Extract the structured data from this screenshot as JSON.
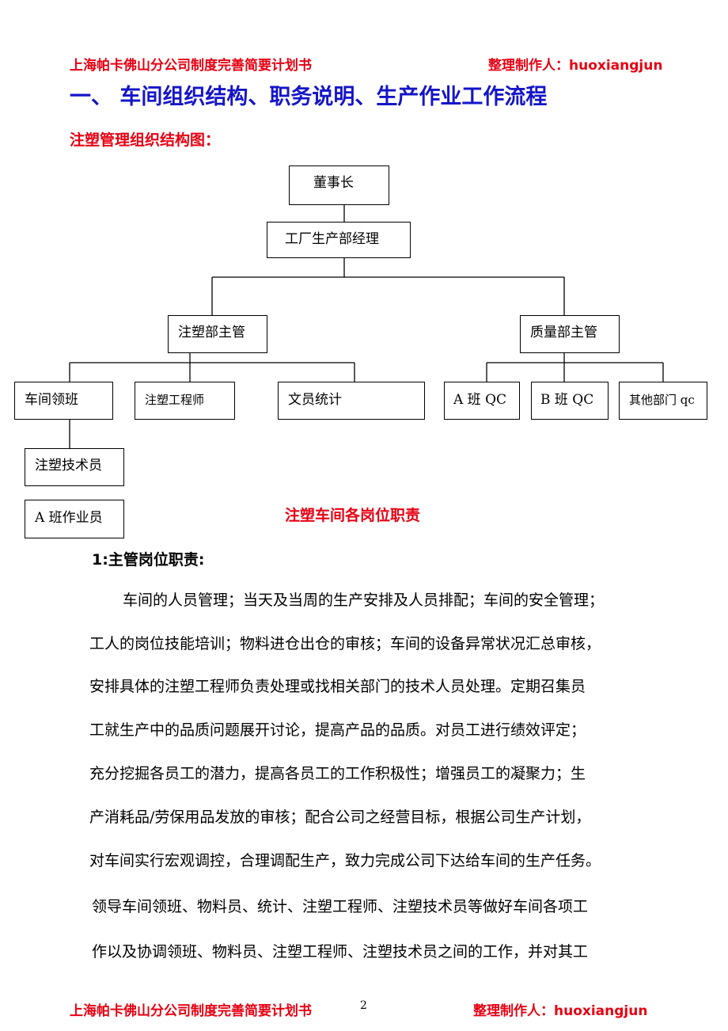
{
  "header": {
    "doc_title": "上海帕卡佛山分公司制度完善简要计划书",
    "author": "整理制作人：huoxiangjun"
  },
  "section_title": "一、 车间组织结构、职务说明、生产作业工作流程",
  "org_chart_title": "注塑管理组织结构图：",
  "org_chart": {
    "chairman": "董事长",
    "factory_manager": "工厂生产部经理",
    "molding_supervisor": "注塑部主管",
    "quality_supervisor": "质量部主管",
    "workshop_leader": "车间领班",
    "molding_engineer": "注塑工程师",
    "clerk_statistics": "文员统计",
    "a_shift_qc": "A 班 QC",
    "b_shift_qc": "B 班 QC",
    "other_dept_qc": "其他部门 qc",
    "molding_technician": "注塑技术员",
    "a_shift_worker": "A 班作业员"
  },
  "duties_title": "注塑车间各岗位职责",
  "subsection_title": "1:主管岗位职责:",
  "body_lines": [
    "车间的人员管理；当天及当周的生产安排及人员排配；车间的安全管理；",
    "工人的岗位技能培训；物料进仓出仓的审核；车间的设备异常状况汇总审核，",
    "安排具体的注塑工程师负责处理或找相关部门的技术人员处理。定期召集员",
    "工就生产中的品质问题展开讨论，提高产品的品质。对员工进行绩效评定；",
    "充分挖掘各员工的潜力，提高各员工的工作积极性；增强员工的凝聚力；生",
    "产消耗品/劳保用品发放的审核；配合公司之经营目标，根据公司生产计划，",
    "对车间实行宏观调控，合理调配生产，致力完成公司下达给车间的生产任务。",
    "领导车间领班、物料员、统计、注塑工程师、注塑技术员等做好车间各项工",
    "作以及协调领班、物料员、注塑工程师、注塑技术员之间的工作，并对其工"
  ],
  "footer": {
    "doc_title": "上海帕卡佛山分公司制度完善简要计划书",
    "page_number": "2",
    "author": "整理制作人：huoxiangjun"
  },
  "colors": {
    "red": "#e60012",
    "blue": "#1515c8",
    "black": "#000000"
  }
}
